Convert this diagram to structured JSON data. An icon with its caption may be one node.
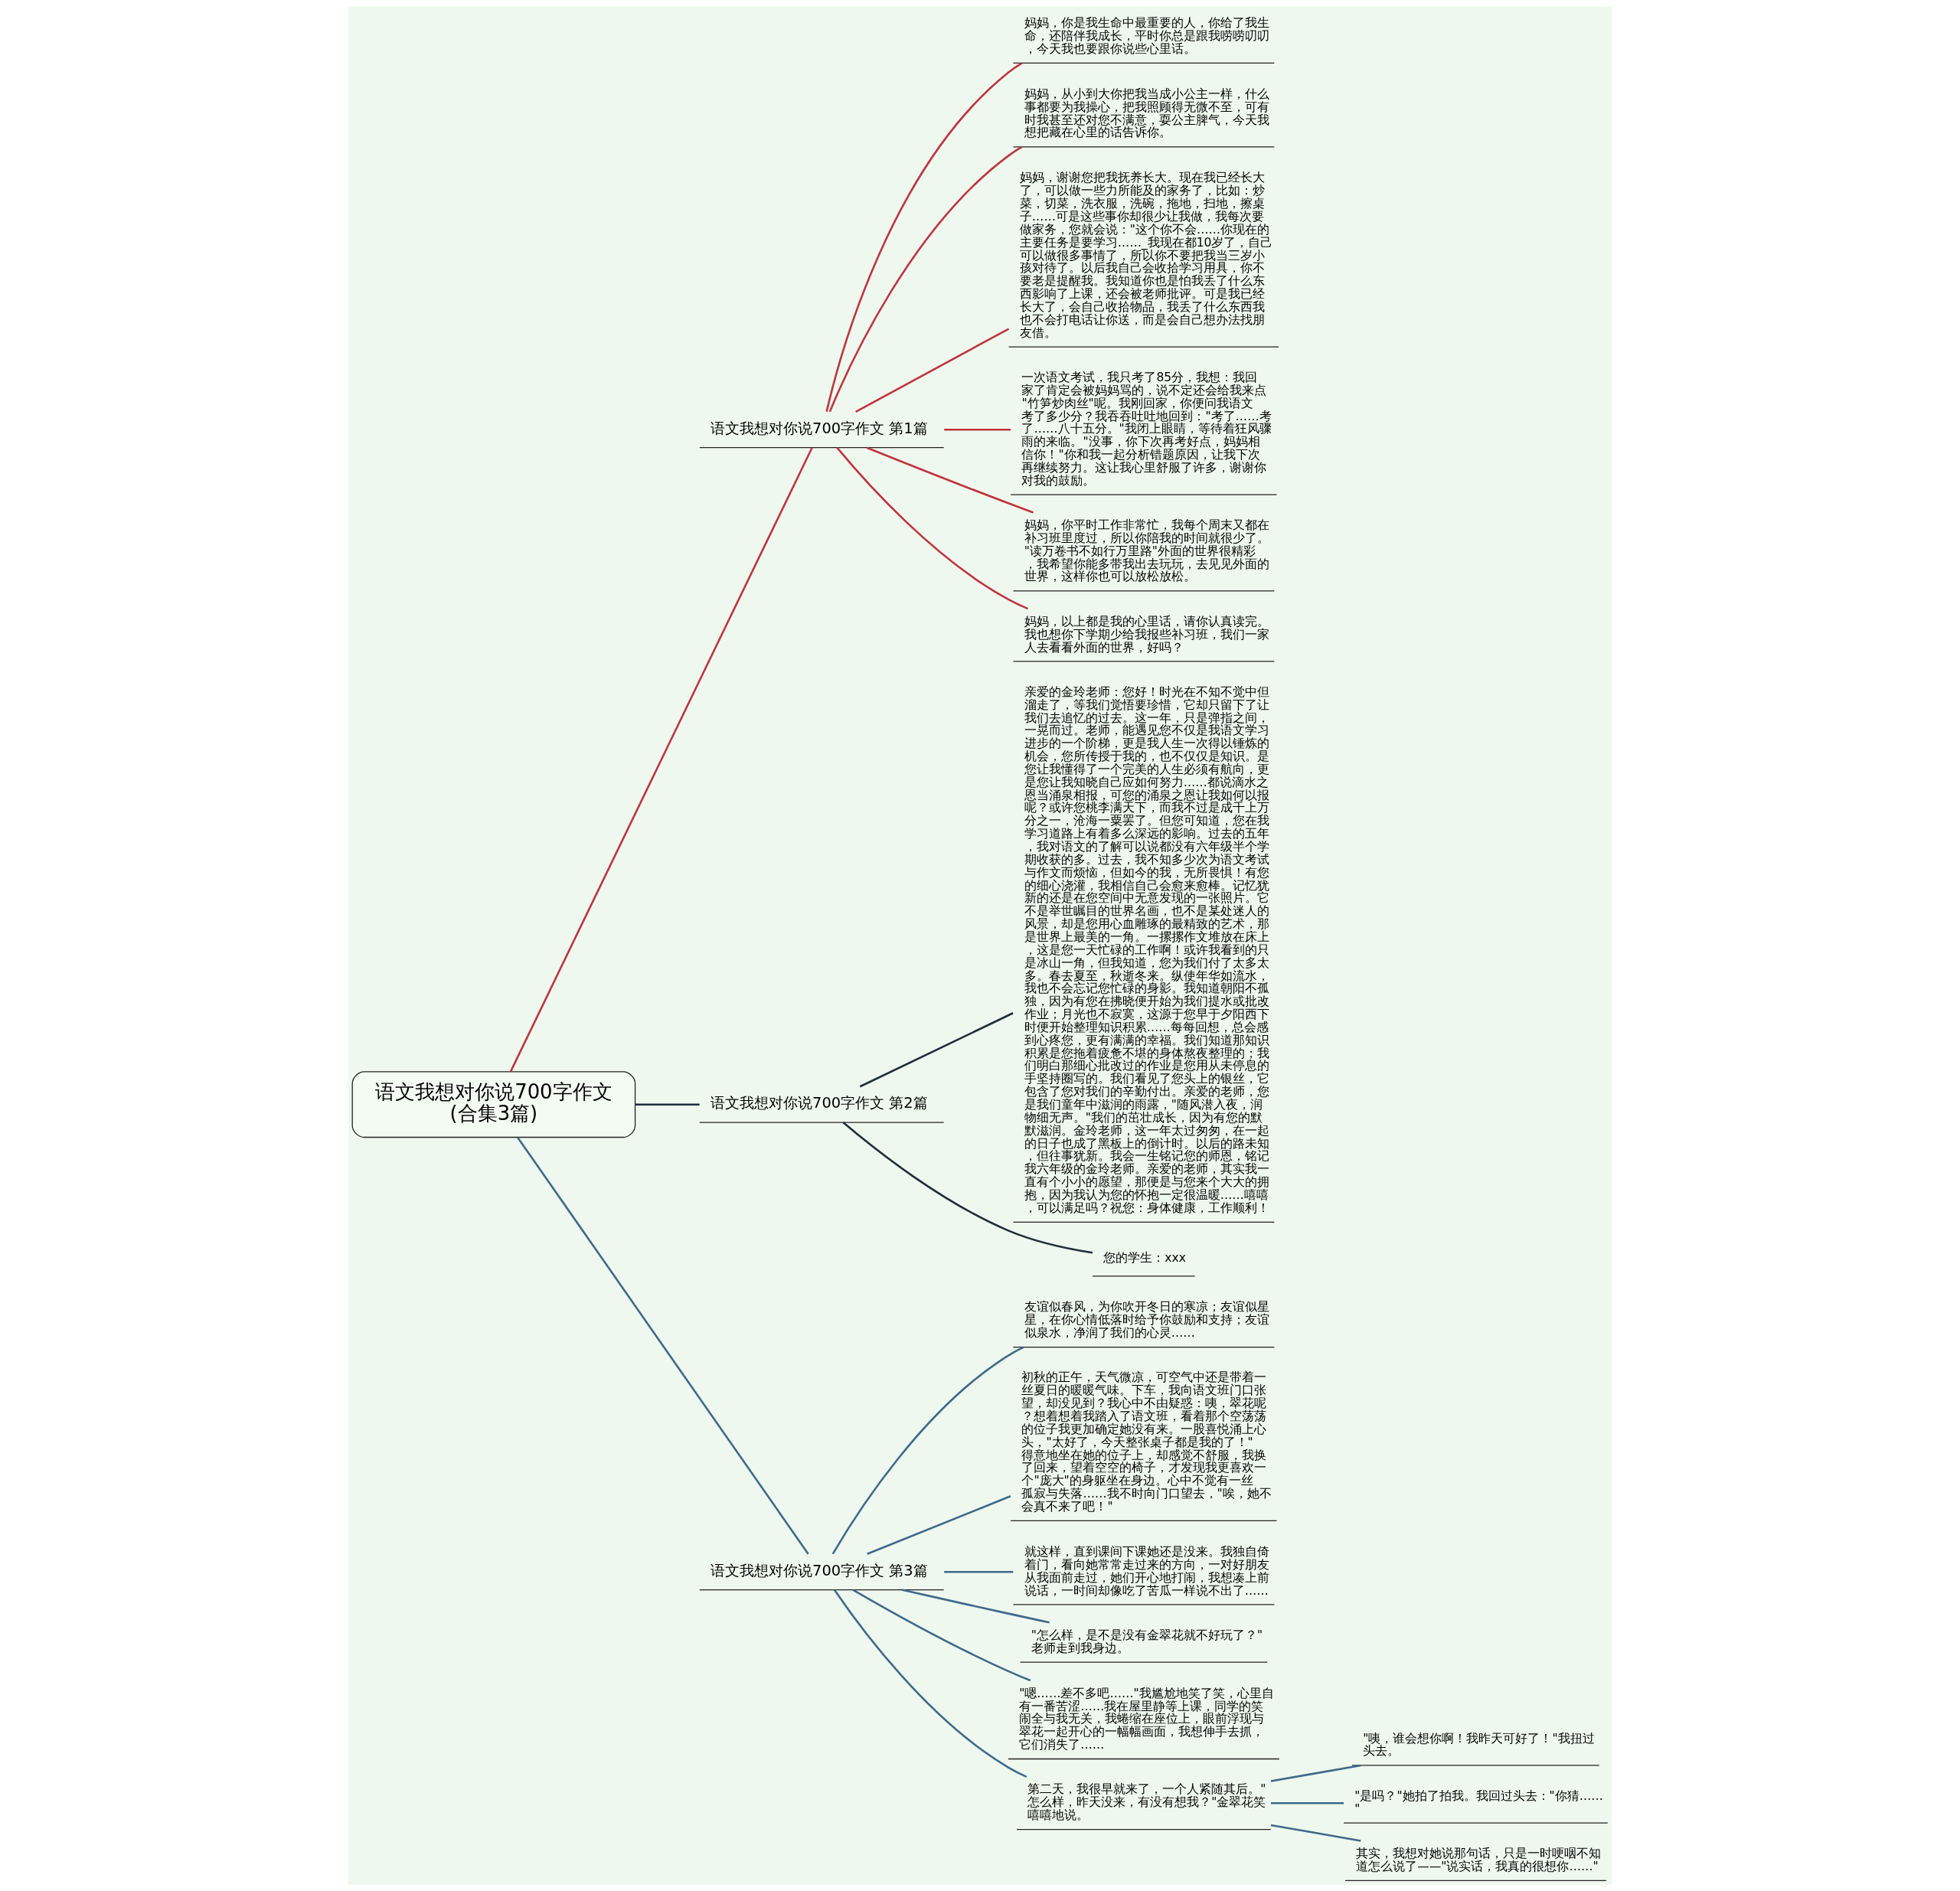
{
  "diagram": {
    "nodes": [
      {
        "text": [
          "语文我想对你说700字作文(合集3篇)"
        ]
      },
      {
        "text": [
          "语文我想对你说700字作文 第1篇"
        ]
      },
      {
        "text": [
          "妈妈，你是我生命中最重要的人，你给了我生命，还陪伴我成长，平时你总是跟我唠唠叨叨，今天我也要跟你说些心里话。"
        ]
      },
      {
        "text": [
          "妈妈，从小到大你把我当成小公主一样，什么事都要为我操心，把我照顾得无微不至，可有时我甚至还对您不满意，耍公主脾气，今天我想把藏在心里的话告诉你。"
        ]
      },
      {
        "text": [
          "妈妈，谢谢您把我抚养长大。现在我已经长大了，可以做一些力所能及的家务了，比如：炒菜，切菜，洗衣服，洗碗，拖地，扫地，擦桌子……可是这些事你却很少让我做，我每次要做家务，您就会说：\"这个你不会……你现在的主要任务是要学习……_我现在都10岁了，自己可以做很多事情了，所以你不要把我当三岁小孩对待了。以后我自己会收拾学习用具，你不要老是提醒我。我知道你也是怕我丢了什么东西影响了上课，还会被老师批评。可是我已经长大了，会自己收拾物品，我丢了什么东西我也不会打电话让你送，而是会自己想办法找朋友借。"
        ]
      },
      {
        "text": [
          "一次语文考试，我只考了85分，我想：我回家了肯定会被妈妈骂的，说不定还会给我来点\"竹笋炒肉丝\"呢。我刚回家，你便问我语文考了多少分？我吞吞吐吐地回到：\"考了……考了……八十五分。\"我闭上眼睛，等待着狂风骤雨的来临。\"没事，你下次再考好点，妈妈相信你！\"你和我一起分析错题原因，让我下次再继续努力。这让我心里舒服了许多，谢谢你对我的鼓励。"
        ]
      },
      {
        "text": [
          "妈妈，你平时工作非常忙，我每个周末又都在补习班里度过，所以你陪我的时间就很少了。\"读万卷书不如行万里路\"外面的世界很精彩，我希望你能多带我出去玩玩，去见见外面的世界，这样你也可以放松放松。"
        ]
      },
      {
        "text": [
          "妈妈，以上都是我的心里话，请你认真读完。我也想你下学期少给我报些补习班，我们一家人去看看外面的世界，好吗？"
        ]
      },
      {
        "text": [
          "语文我想对你说700字作文 第2篇"
        ]
      },
      {
        "text": [
          "亲爱的金玲老师：您好！时光在不知不觉中但溜走了，等我们觉悟要珍惜，它却只留下了让我们去追忆的过去。这一年，只是弹指之间，一晃而过。老师，能遇见您不仅是我语文学习进步的一个阶梯，更是我人生一次得以锤炼的机会，您所传授于我的，也不仅仅是知识。是您让我懂得了一个完美的人生必须有航向，更是您让我知晓自己应如何努力……都说滴水之恩当涌泉相报，可您的涌泉之恩让我如何以报呢？或许您桃李满天下，而我不过是成千上万分之一，沧海一粟罢了。但您可知道，您在我学习道路上有着多么深远的影响。过去的五年，我对语文的了解可以说都没有六年级半个学期收获的多。过去，我不知多少次为语文考试与作文而烦恼，但如今的我，无所畏惧！有您的细心浇灌，我相信自己会愈来愈棒。记忆犹新的还是在您空间中无意发现的一张照片。它不是举世瞩目的世界名画，也不是某处迷人的风景，却是您用心血雕琢的最精致的艺术，那是世界上最美的一角。一摞摞作文堆放在床上，这是您一天忙碌的工作啊！或许我看到的只是冰山一角，但我知道，您为我们付了太多太多。春去夏至，秋逝冬来。纵使年华如流水，我也不会忘记您忙碌的身影。我知道朝阳不孤独，因为有您在拂晓便开始为我们提水或批改作业；月光也不寂寞，这源于您早于夕阳西下时便开始整理知识积累……每每回想，总会感到心疼您，更有满满的幸福。我们知道那知识积累是您拖着疲惫不堪的身体熬夜整理的；我们明白那细心批改过的作业是您用从未停息的手坚持圈写的。我们看见了您头上的银丝，它包含了您对我们的辛勤付出。亲爱的老师，您是我们童年中滋润的雨露，\"随风潜入夜，润物细无声。\"我们的茁壮成长，因为有您的默默滋润。金玲老师，这一年太过匆匆，在一起的日子也成了黑板上的倒计时。以后的路未知，但往事犹新。我会一生铭记您的师恩，铭记我六年级的金玲老师。亲爱的老师，其实我一直有个小小的愿望，那便是与您来个大大的拥抱，因为我认为您的怀抱一定很温暖……嘻嘻，可以满足吗？祝您：身体健康，工作顺利！"
        ]
      },
      {
        "text": [
          "您的学生：xxx"
        ]
      },
      {
        "text": [
          "语文我想对你说700字作文 第3篇"
        ]
      },
      {
        "text": [
          "友谊似春风，为你吹开冬日的寒凉；友谊似星星，在你心情低落时给予你鼓励和支持；友谊似泉水，净润了我们的心灵……"
        ]
      },
      {
        "text": [
          "初秋的正午，天气微凉，可空气中还是带着一丝夏日的暖暖气味。下车，我向语文班门口张望，却没见到？我心中不由疑惑：咦，翠花呢？想着想着我踏入了语文班，看着那个空荡荡的位子我更加确定她没有来。一股喜悦涌上心头，\"太好了，今天整张桌子都是我的了！\"得意地坐在她的位子上，却感觉不舒服，我换了回来，望着空空的椅子，才发现我更喜欢一个\"庞大\"的身躯坐在身边。心中不觉有一丝孤寂与失落……我不时向门口望去，\"唉，她不会真不来了吧！\""
        ]
      },
      {
        "text": [
          "就这样，直到课间下课她还是没来。我独自倚着门，看向她常常走过来的方向，一对好朋友从我面前走过，她们开心地打闹，我想凑上前说话，一时间却像吃了苦瓜一样说不出了……"
        ]
      },
      {
        "text": [
          "\"怎么样，是不是没有金翠花就不好玩了？\"老师走到我身边。"
        ]
      },
      {
        "text": [
          "\"嗯……差不多吧……\"我尴尬地笑了笑，心里自有一番苦涩……我在屋里静等上课，同学的笑闹全与我无关，我蜷缩在座位上，眼前浮现与翠花一起开心的一幅幅画面，我想伸手去抓，它们消失了……"
        ]
      },
      {
        "text": [
          "第二天，我很早就来了，一个人紧随其后。\"怎么样，昨天没来，有没有想我？\"金翠花笑嘻嘻地说。"
        ]
      },
      {
        "text": [
          "\"咦，谁会想你啊！我昨天可好了！\"我扭过头去。"
        ]
      },
      {
        "text": [
          "\"是吗？\"她拍了拍我。我回过头去：\"你猜……\""
        ]
      },
      {
        "text": [
          "其实，我想对她说那句话，只是一时哽咽不知道怎么说了——\"说实话，我真的很想你……\""
        ]
      }
    ],
    "edges": [
      {
        "from": 0,
        "to": 1,
        "arrow": "none",
        "color": "#c0343f"
      },
      {
        "from": 1,
        "to": 2,
        "arrow": "none",
        "color": "#c0343f"
      },
      {
        "from": 1,
        "to": 3,
        "arrow": "none",
        "color": "#c0343f"
      },
      {
        "from": 1,
        "to": 4,
        "arrow": "none",
        "color": "#c0343f"
      },
      {
        "from": 1,
        "to": 5,
        "arrow": "none",
        "color": "#c0343f"
      },
      {
        "from": 1,
        "to": 6,
        "arrow": "none",
        "color": "#c0343f"
      },
      {
        "from": 1,
        "to": 7,
        "arrow": "none",
        "color": "#c0343f"
      },
      {
        "from": 0,
        "to": 8,
        "arrow": "none",
        "color": "#1f2d3d"
      },
      {
        "from": 8,
        "to": 9,
        "arrow": "none",
        "color": "#1f2d3d"
      },
      {
        "from": 8,
        "to": 10,
        "arrow": "none",
        "color": "#1f2d3d"
      },
      {
        "from": 0,
        "to": 11,
        "arrow": "none"
      },
      {
        "from": 11,
        "to": 12,
        "arrow": "none"
      },
      {
        "from": 11,
        "to": 13,
        "arrow": "none"
      },
      {
        "from": 11,
        "to": 14,
        "arrow": "none"
      },
      {
        "from": 11,
        "to": 15,
        "arrow": "none"
      },
      {
        "from": 11,
        "to": 16,
        "arrow": "none"
      },
      {
        "from": 11,
        "to": 17,
        "arrow": "none"
      },
      {
        "from": 17,
        "to": 18,
        "arrow": "none"
      },
      {
        "from": 17,
        "to": 19,
        "arrow": "none"
      },
      {
        "from": 17,
        "to": 20,
        "arrow": "none"
      }
    ]
  }
}
